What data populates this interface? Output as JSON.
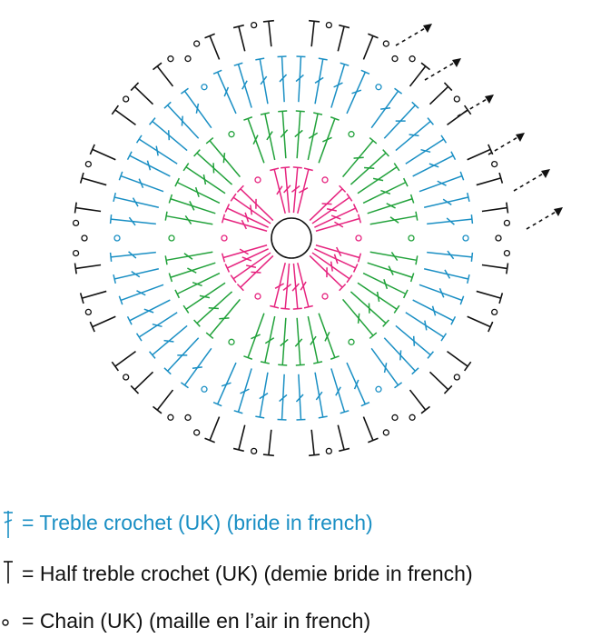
{
  "colors": {
    "round1": "#e6247f",
    "round2": "#22a23b",
    "round3": "#1a8fc4",
    "round4": "#111111",
    "legend_treble_text": "#1a8fc4",
    "legend_text": "#111111",
    "arrow": "#111111"
  },
  "legend": {
    "treble": {
      "icon": "treble-crochet-symbol",
      "text": "= Treble crochet (UK) (bride in french)"
    },
    "half_treble": {
      "icon": "half-treble-crochet-symbol",
      "text": "= Half treble crochet (UK) (demie bride in french)"
    },
    "chain": {
      "icon": "chain-symbol",
      "text": "= Chain (UK) (maille en l’air in french)"
    }
  }
}
